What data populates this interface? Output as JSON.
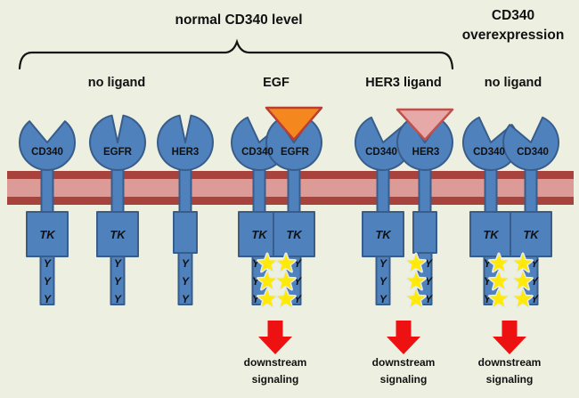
{
  "header": {
    "group_title": "normal CD340 level",
    "right_title_line1": "CD340",
    "right_title_line2": "overexpression"
  },
  "conditions": [
    "no ligand",
    "EGF",
    "HER3 ligand",
    "no ligand"
  ],
  "receptors": [
    "CD340",
    "EGFR",
    "HER3",
    "CD340",
    "EGFR",
    "CD340",
    "HER3",
    "CD340",
    "CD340"
  ],
  "labels": {
    "tk": "TK",
    "phospho_site": "Y"
  },
  "ligands": [
    {
      "name": "EGF",
      "fill": "#f5871f",
      "stroke": "#b93f34"
    },
    {
      "name": "HER3 ligand",
      "fill": "#e7a9a7",
      "stroke": "#c0504d"
    }
  ],
  "signal": {
    "word1": "downstream",
    "word2": "signaling"
  },
  "colors": {
    "background": "#edf0e1",
    "receptor_fill": "#4f81bd",
    "receptor_stroke": "#385d8a",
    "membrane_outer": "#a8423c",
    "membrane_inner": "#dd9b98",
    "star_fill": "#ffe90a",
    "arrow_red": "#ee1111",
    "text": "#111111"
  }
}
